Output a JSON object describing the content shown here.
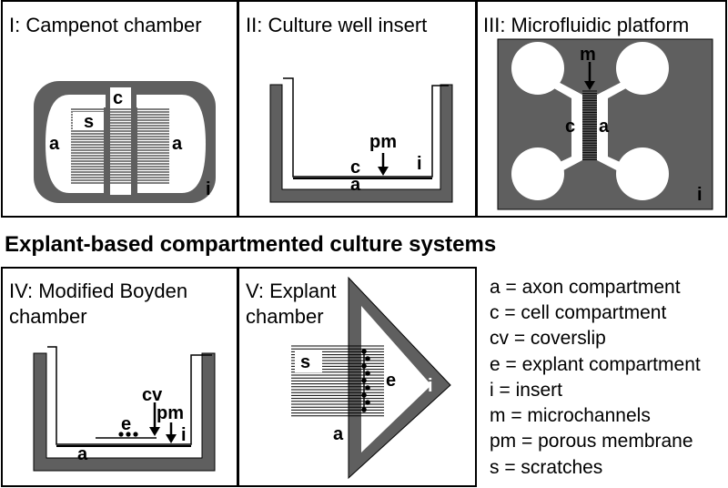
{
  "colors": {
    "wall": "#5f5f5f",
    "line": "#000000",
    "background": "#ffffff"
  },
  "panels": {
    "p1": {
      "title": "I: Campenot chamber",
      "labels": {
        "c": "c",
        "s": "s",
        "a_left": "a",
        "a_right": "a",
        "i": "i"
      }
    },
    "p2": {
      "title": "II: Culture well insert",
      "labels": {
        "pm": "pm",
        "c": "c",
        "a": "a",
        "i": "i"
      }
    },
    "p3": {
      "title": "III: Microfluidic platform",
      "labels": {
        "m": "m",
        "c": "c",
        "a": "a",
        "i": "i"
      }
    },
    "p4": {
      "title_line1": "IV: Modified Boyden",
      "title_line2": "chamber",
      "labels": {
        "cv": "cv",
        "pm": "pm",
        "e": "e",
        "a": "a",
        "i": "i"
      }
    },
    "p5": {
      "title_line1": "V: Explant",
      "title_line2": "chamber",
      "labels": {
        "s": "s",
        "e": "e",
        "a": "a",
        "i": "i"
      }
    }
  },
  "section_heading": "Explant-based compartmented culture systems",
  "legend": [
    "a = axon compartment",
    "c = cell compartment",
    "cv = coverslip",
    "e = explant compartment",
    "i = insert",
    "m = microchannels",
    "pm = porous membrane",
    "s = scratches"
  ]
}
